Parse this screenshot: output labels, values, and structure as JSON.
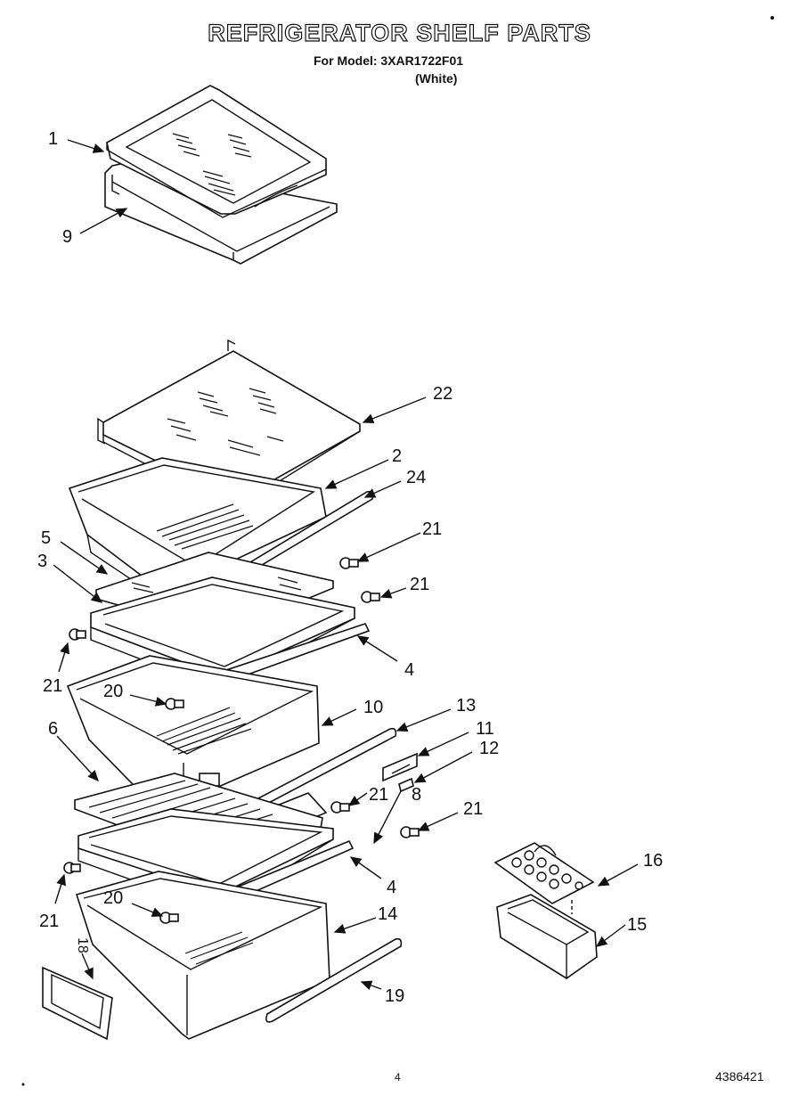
{
  "header": {
    "title": "REFRIGERATOR SHELF PARTS",
    "model_line": "For Model: 3XAR1722F01",
    "color_line": "(White)"
  },
  "callouts": {
    "c1": "1",
    "c9": "9",
    "c22": "22",
    "c2": "2",
    "c24": "24",
    "c21a": "21",
    "c5": "5",
    "c3": "3",
    "c21b": "21",
    "c4a": "4",
    "c21c": "21",
    "c20a": "20",
    "c10": "10",
    "c13": "13",
    "c6": "6",
    "c11": "11",
    "c12": "12",
    "c21d": "21",
    "c8": "8",
    "c21e": "21",
    "c16": "16",
    "c4b": "4",
    "c21f": "21",
    "c20b": "20",
    "c14": "14",
    "c15": "15",
    "c18": "18",
    "c19": "19"
  },
  "footer": {
    "page_number": "4",
    "doc_number": "4386421"
  }
}
